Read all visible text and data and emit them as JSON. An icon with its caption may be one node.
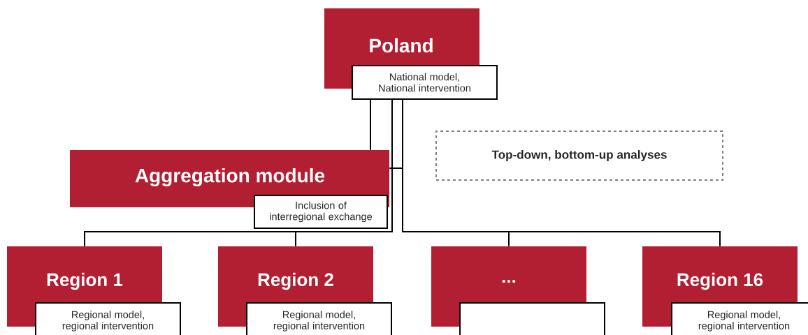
{
  "diagram": {
    "nodes": [
      {
        "text": [
          "Poland"
        ]
      },
      {
        "text": [
          "National model, National intervention"
        ]
      },
      {
        "text": [
          "Aggregation module"
        ]
      },
      {
        "text": [
          "Inclusion of interregional exchange"
        ]
      },
      {
        "text": [
          "Region 1"
        ]
      },
      {
        "text": [
          "Regional model, regional intervention"
        ]
      },
      {
        "text": [
          "Region 2"
        ]
      },
      {
        "text": [
          "Regional model, regional intervention"
        ]
      },
      {
        "text": [
          "..."
        ]
      },
      {
        "text": [],
        "shape": "box"
      },
      {
        "text": [
          "Region 16"
        ]
      },
      {
        "text": [
          "Regional model, regional intervention"
        ]
      },
      {
        "text": [
          "Top-down, bottom-up analyses"
        ]
      }
    ],
    "edges": [
      {
        "from": 1,
        "to": 2,
        "arrow": "none"
      },
      {
        "from": 1,
        "to": 4,
        "arrow": "none"
      },
      {
        "from": 1,
        "to": 6,
        "arrow": "none"
      },
      {
        "from": 1,
        "to": 8,
        "arrow": "none"
      },
      {
        "from": 1,
        "to": 10,
        "arrow": "none"
      },
      {
        "from": 2,
        "to": 1,
        "arrow": "none"
      }
    ]
  }
}
